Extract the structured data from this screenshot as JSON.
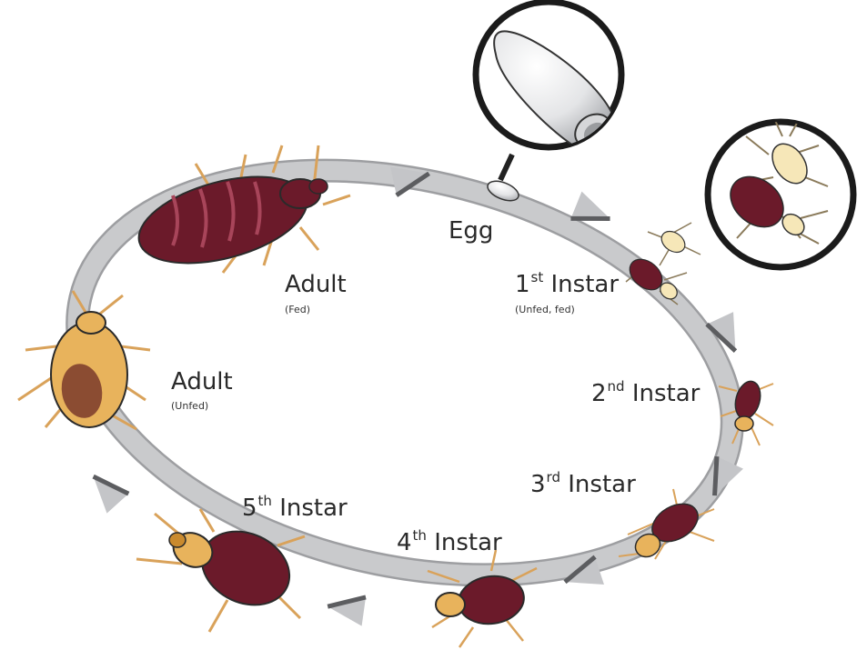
{
  "colors": {
    "ring": "#c9cacc",
    "ring_shadow": "#9d9ea1",
    "arrow": "#c4c5c8",
    "arrow_dark": "#5c5d60",
    "adult_fed_body": "#6b1a2a",
    "adult_fed_stripe": "#a8455a",
    "tan": "#e8b35c",
    "tan_dark": "#c98a2e",
    "nymph_light": "#f6e7b8",
    "outline": "#2a2a2a",
    "leg": "#d9a25a"
  },
  "stages": {
    "egg": {
      "label": "Egg"
    },
    "instar1": {
      "prefix": "1",
      "suffix": "st",
      "label": "Instar",
      "note": "(Unfed, fed)"
    },
    "instar2": {
      "prefix": "2",
      "suffix": "nd",
      "label": "Instar"
    },
    "instar3": {
      "prefix": "3",
      "suffix": "rd",
      "label": "Instar"
    },
    "instar4": {
      "prefix": "4",
      "suffix": "th",
      "label": "Instar"
    },
    "instar5": {
      "prefix": "5",
      "suffix": "th",
      "label": "Instar"
    },
    "adult_fed": {
      "label": "Adult",
      "note": "(Fed)"
    },
    "adult_unfed": {
      "label": "Adult",
      "note": "(Unfed)"
    }
  },
  "icons": [
    "egg-zoom-icon",
    "nymph-zoom-icon",
    "bed-bug-icon",
    "cycle-arrow-icon"
  ]
}
